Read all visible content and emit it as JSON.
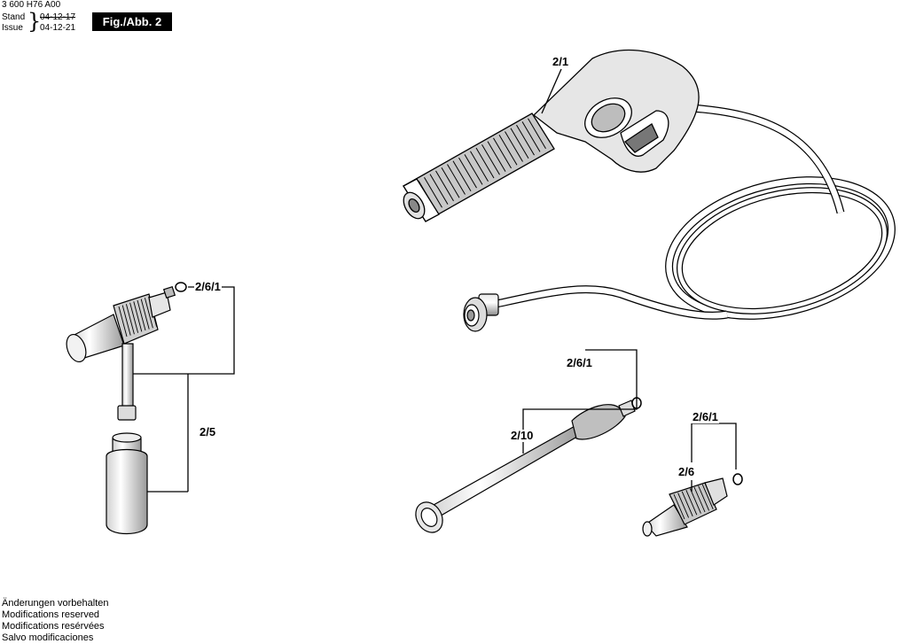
{
  "header": {
    "doc_number": "3 600 H76 A00",
    "stand_label": "Stand",
    "issue_label": "Issue",
    "date_old": "04-12-17",
    "date_new": "04-12-21",
    "figure": "Fig./Abb. 2"
  },
  "parts": {
    "gun": "2/1",
    "foam_oring": "2/6/1",
    "foam_bottle": "2/5",
    "lance_oring": "2/6/1",
    "lance": "2/10",
    "nozzle_oring": "2/6/1",
    "nozzle": "2/6"
  },
  "footer": {
    "de": "Änderungen vorbehalten",
    "en": "Modifications reserved",
    "fr": "Modifications resérvées",
    "es": "Salvo modificaciones"
  }
}
